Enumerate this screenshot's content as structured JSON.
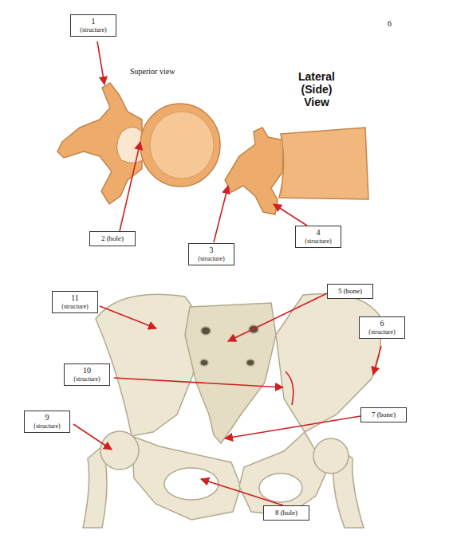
{
  "diagram": {
    "nodes": [
      {
        "text": [
          "1",
          "(structure)"
        ]
      },
      {
        "text": [
          "2 (hole)"
        ]
      },
      {
        "text": [
          "4",
          "(structure)"
        ]
      },
      {
        "text": [
          "3",
          "(structure)"
        ]
      },
      {
        "text": [
          "5 (bone)"
        ]
      },
      {
        "text": [
          "11",
          "(structure)"
        ]
      },
      {
        "text": [
          "6",
          "(structure)"
        ]
      },
      {
        "text": [
          "10",
          "(structure)"
        ]
      },
      {
        "text": [
          "7 (bone)"
        ]
      },
      {
        "text": [
          "9",
          "(structure)"
        ]
      },
      {
        "text": [
          "8 (hole)"
        ]
      }
    ],
    "labels": [
      "6",
      "Superior view",
      "Lateral (Side) View"
    ]
  }
}
